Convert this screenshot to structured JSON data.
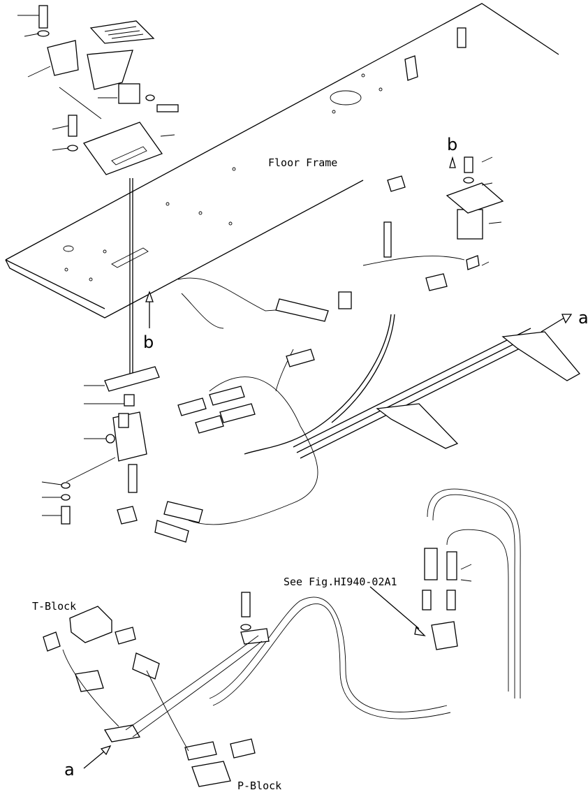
{
  "labels": {
    "floor_frame": "Floor Frame",
    "see_fig": "See Fig.HI940-02A1",
    "t_block": "T-Block",
    "p_block": "P-Block",
    "view_a": "a",
    "view_b": "b"
  }
}
